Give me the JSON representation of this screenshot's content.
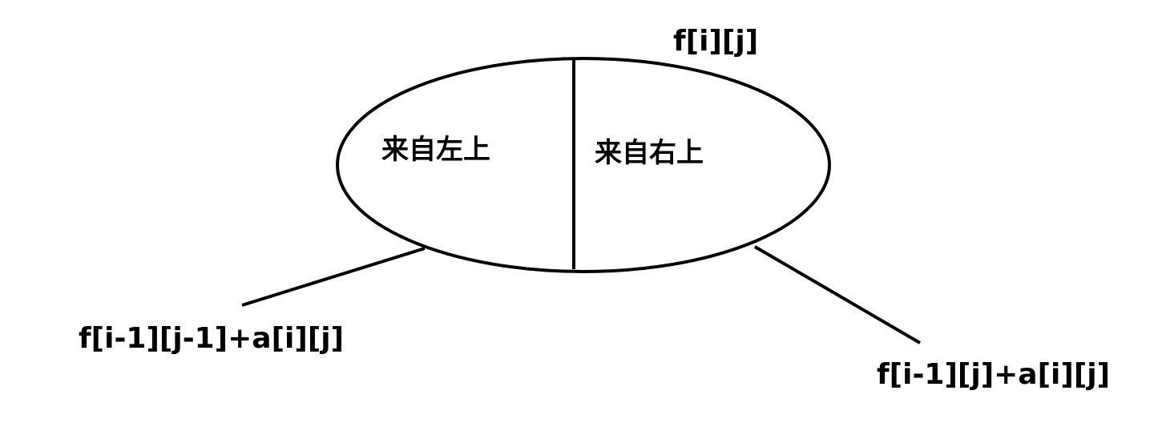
{
  "diagram": {
    "top_label": "f[i][j]",
    "left_region": "来自左上",
    "right_region": "来自右上",
    "left_formula": "f[i-1][j-1]+a[i][j]",
    "right_formula": "f[i-1][j]+a[i][j]",
    "stroke_color": "#000000",
    "background_color": "#ffffff"
  }
}
